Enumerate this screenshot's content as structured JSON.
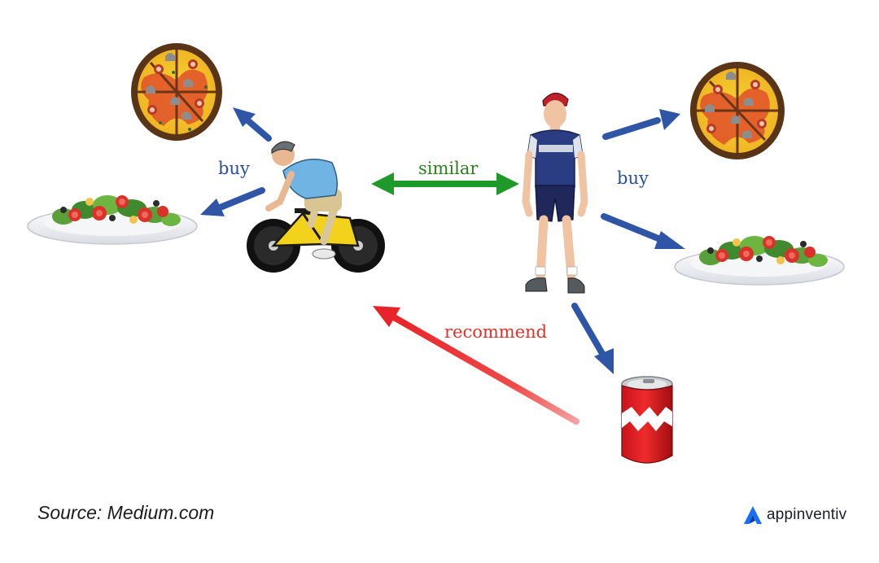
{
  "diagram": {
    "labels": {
      "buy_left": "buy",
      "buy_right": "buy",
      "similar": "similar",
      "recommend": "recommend"
    },
    "colors": {
      "buy_arrow": "#2f56a6",
      "similar_arrow": "#1f9a2a",
      "recommend_arrow": "#e8242a"
    },
    "icons": {
      "pizza": "pizza-icon",
      "salad": "salad-icon",
      "cyclist": "cyclist-icon",
      "standing_person": "standing-person-icon",
      "soda_can": "soda-can-icon"
    }
  },
  "footer": {
    "source": "Source: Medium.com",
    "brand": "appinventiv",
    "brand_color": "#1a6ef5"
  }
}
